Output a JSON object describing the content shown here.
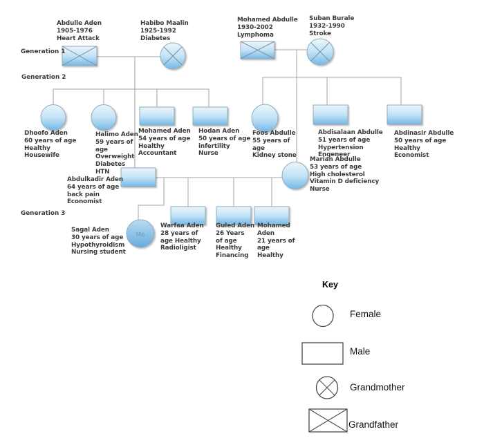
{
  "generation_labels": {
    "g1": "Generation 1",
    "g2": "Generation 2",
    "g3": "Generation 3"
  },
  "people": {
    "abdulle_aden": {
      "label": "Abdulle Aden\n1905-1976\nHeart Attack",
      "symbol": "grandfather"
    },
    "habibo_maalin": {
      "label": "Habibo Maalin\n1925-1992\nDiabetes",
      "symbol": "grandmother"
    },
    "mohamed_abdulle_sr": {
      "label": "Mohamed Abdulle\n1930-2002\nLymphoma",
      "symbol": "grandfather"
    },
    "suban_burale": {
      "label": "Suban Burale\n1932-1990\nStroke",
      "symbol": "grandmother"
    },
    "dhoofo_aden": {
      "label": "Dhoofo Aden\n60 years of age\nHealthy\nHousewife",
      "symbol": "female"
    },
    "halimo_aden": {
      "label": "Halimo Aden\n59 years of\nage\nOverweight\nDiabetes\nHTN",
      "symbol": "female"
    },
    "mohamed_aden": {
      "label": "Mohamed Aden\n54 years of age\nHealthy\nAccountant",
      "symbol": "male"
    },
    "hodan_aden": {
      "label": "Hodan Aden\n50 years of age\ninfertility\nNurse",
      "symbol": "male"
    },
    "foos_abdulle": {
      "label": "Foos Abdulle\n55 years of\nage\nKidney stone",
      "symbol": "female"
    },
    "abdisalaan_abdulle": {
      "label": "Abdisalaan Abdulle\n51 years of age\nHypertension\nEngeneer",
      "symbol": "male"
    },
    "abdinasir_abdulle": {
      "label": "Abdinasir Abdulle\n50 years of age\nHealthy\nEconomist",
      "symbol": "male"
    },
    "abdulkadir_aden": {
      "label": "Abdulkadir Aden\n64 years of age\nback pain\nEconomist",
      "symbol": "male"
    },
    "marian_abdulle": {
      "label": "Marian Abdulle\n53 years of age\nHigh cholesterol\nVitamin D deficiency\nNurse",
      "symbol": "female"
    },
    "sagal_aden": {
      "label": "Sagal Aden\n30 years of age\nHypothyroidism\nNursing student",
      "symbol": "female",
      "marker": "Me"
    },
    "warfaa_aden": {
      "label": "Warfaa Aden\n28 years of\nage Healthy\nRadioligist",
      "symbol": "male"
    },
    "guled_aden": {
      "label": "Guled Aden\n26 Years\nof age\nHealthy\nFinancing",
      "symbol": "male"
    },
    "mohamed_aden_jr": {
      "label": "Mohamed\nAden\n21 years of\nage\nHealthy",
      "symbol": "male"
    }
  },
  "me_marker": "Me",
  "key": {
    "title": "Key",
    "items": [
      {
        "symbol": "female-icon",
        "label": "Female"
      },
      {
        "symbol": "male-icon",
        "label": "Male"
      },
      {
        "symbol": "grandmother-icon",
        "label": "Grandmother"
      },
      {
        "symbol": "grandfather-icon",
        "label": "Grandfather"
      }
    ]
  },
  "colors": {
    "node_fill_top": "#eaf5fc",
    "node_fill_bottom": "#74b8e6",
    "node_border": "#95a9b6",
    "me_fill_top": "#b9dcf2",
    "me_fill_bottom": "#66abdd",
    "connector": "#a3a3a3",
    "cross_line": "#7a8f9e",
    "text": "#3a3a3a",
    "legend_outline": "#4a4a4a"
  }
}
